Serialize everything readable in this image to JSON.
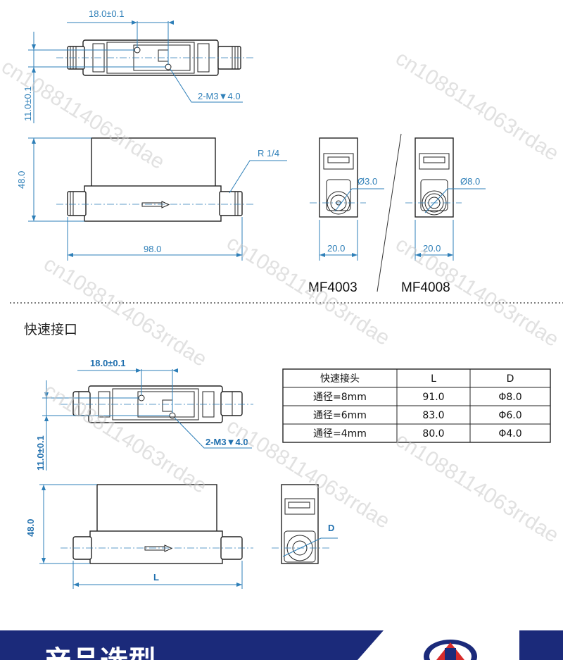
{
  "top_view_1": {
    "pitch_dim": "18.0±0.1",
    "height_dim": "11.0±0.1",
    "hole_callout": "2-M3▼4.0"
  },
  "side_view_1": {
    "height_dim": "48.0",
    "length_dim": "98.0",
    "thread_callout": "R 1/4"
  },
  "end_view_a": {
    "bore_dim": "Ø3.0",
    "width_dim": "20.0",
    "model": "MF4003"
  },
  "end_view_b": {
    "bore_dim": "Ø8.0",
    "width_dim": "20.0",
    "model": "MF4008"
  },
  "quick_connector": {
    "heading": "快速接口",
    "pitch_dim": "18.0±0.1",
    "height_dim": "11.0±0.1",
    "hole_callout": "2-M3▼4.0",
    "side_height_dim": "48.0",
    "side_length_label": "L",
    "end_bore_label": "D"
  },
  "table": {
    "headers": [
      "快速接头",
      "L",
      "D"
    ],
    "rows": [
      [
        "通径=8mm",
        "91.0",
        "Φ8.0"
      ],
      [
        "通径=6mm",
        "83.0",
        "Φ6.0"
      ],
      [
        "通径=4mm",
        "80.0",
        "Φ4.0"
      ]
    ]
  },
  "watermark": "cn1088114063rrdae",
  "banner": {
    "title": "产品选型",
    "color_dark": "#1b2a7a",
    "logo_color": "#d72b2b"
  }
}
